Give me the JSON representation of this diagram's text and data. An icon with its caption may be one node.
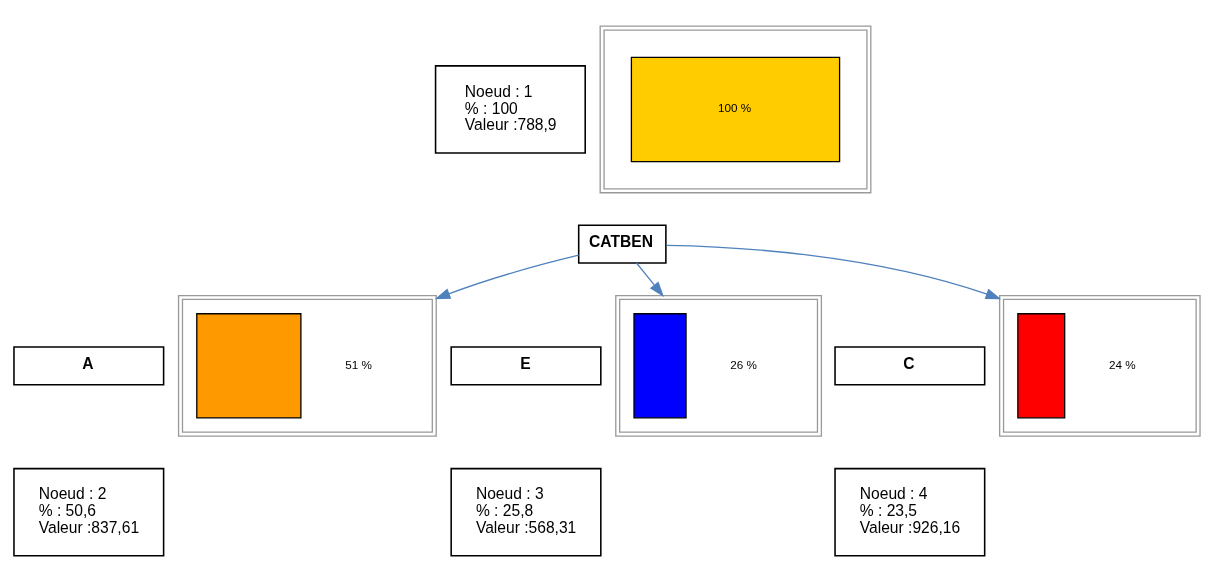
{
  "diagram": {
    "nodes": [
      {
        "text": [
          "Noeud : 1",
          "% : 100",
          "Valeur :788,9"
        ]
      },
      {
        "text": [
          "100 %"
        ]
      },
      {
        "text": [
          "CATBEN"
        ]
      },
      {
        "text": [
          "A"
        ]
      },
      {
        "text": [
          "Noeud : 2",
          "% : 50,6",
          "Valeur :837,61"
        ]
      },
      {
        "text": [
          "51 %"
        ]
      },
      {
        "text": [
          "E"
        ]
      },
      {
        "text": [
          "Noeud : 3",
          "% : 25,8",
          "Valeur :568,31"
        ]
      },
      {
        "text": [
          "26 %"
        ]
      },
      {
        "text": [
          "C"
        ]
      },
      {
        "text": [
          "Noeud : 4",
          "% : 23,5",
          "Valeur :926,16"
        ]
      },
      {
        "text": [
          "24 %"
        ]
      }
    ],
    "edges": [
      {
        "from": 2,
        "to": 5,
        "arrow": "to"
      },
      {
        "from": 2,
        "to": 8,
        "arrow": "to"
      },
      {
        "from": 2,
        "to": 11,
        "arrow": "to"
      }
    ]
  }
}
